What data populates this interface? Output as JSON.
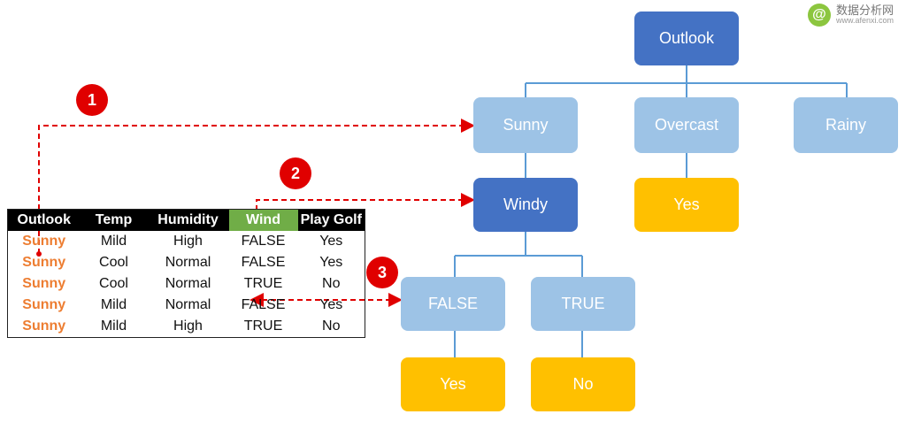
{
  "tree": {
    "root": "Outlook",
    "level1": [
      "Sunny",
      "Overcast",
      "Rainy"
    ],
    "overcast_leaf": "Yes",
    "sunny_child": "Windy",
    "windy_children": [
      "FALSE",
      "TRUE"
    ],
    "windy_leaves": [
      "Yes",
      "No"
    ]
  },
  "table": {
    "headers": [
      "Outlook",
      "Temp",
      "Humidity",
      "Wind",
      "Play Golf"
    ],
    "rows": [
      [
        "Sunny",
        "Mild",
        "High",
        "FALSE",
        "Yes"
      ],
      [
        "Sunny",
        "Cool",
        "Normal",
        "FALSE",
        "Yes"
      ],
      [
        "Sunny",
        "Cool",
        "Normal",
        "TRUE",
        "No"
      ],
      [
        "Sunny",
        "Mild",
        "Normal",
        "FALSE",
        "Yes"
      ],
      [
        "Sunny",
        "Mild",
        "High",
        "TRUE",
        "No"
      ]
    ]
  },
  "badges": [
    "1",
    "2",
    "3"
  ],
  "watermark": {
    "mark": "@",
    "name": "数据分析网",
    "url": "www.afenxi.com"
  },
  "colors": {
    "root_node": "#4472c4",
    "branch_node": "#9dc3e6",
    "leaf_node": "#ffc000",
    "connector": "#5b9bd5",
    "arrow": "#e00000",
    "header_bg": "#000000",
    "highlight_header": "#70ad47",
    "sunny_text": "#ed7d31"
  }
}
